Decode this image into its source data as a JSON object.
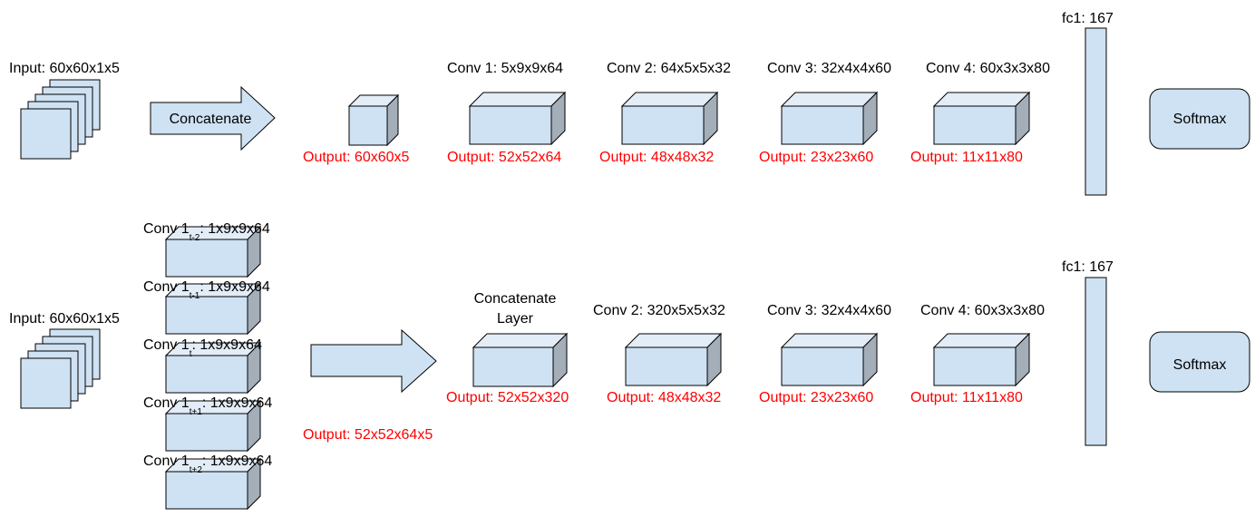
{
  "colors": {
    "face": "#cfe2f3",
    "top": "#e2edf7",
    "side": "#a3aeb9",
    "stroke": "#000000",
    "output": "#ff0000"
  },
  "top_row": {
    "input_label": "Input: 60x60x1x5",
    "concat_arrow_label": "Concatenate",
    "concat_output": "Output: 60x60x5",
    "conv1": {
      "label": "Conv 1: 5x9x9x64",
      "output": "Output: 52x52x64"
    },
    "conv2": {
      "label": "Conv 2: 64x5x5x32",
      "output": "Output: 48x48x32"
    },
    "conv3": {
      "label": "Conv 3: 32x4x4x60",
      "output": "Output: 23x23x60"
    },
    "conv4": {
      "label": "Conv 4: 60x3x3x80",
      "output": "Output: 11x11x80"
    },
    "fc_label": "fc1: 167",
    "softmax_label": "Softmax"
  },
  "bottom_row": {
    "input_label": "Input: 60x60x1x5",
    "parallel_convs": [
      {
        "prefix": "Conv 1",
        "subscript": "t-2",
        "suffix": ": 1x9x9x64"
      },
      {
        "prefix": "Conv 1",
        "subscript": "t-1",
        "suffix": ": 1x9x9x64"
      },
      {
        "prefix": "Conv 1",
        "subscript": "t",
        "suffix": ": 1x9x9x64"
      },
      {
        "prefix": "Conv 1",
        "subscript": "t+1",
        "suffix": ": 1x9x9x64"
      },
      {
        "prefix": "Conv 1",
        "subscript": "t+2",
        "suffix": ": 1x9x9x64"
      }
    ],
    "parallel_output": "Output: 52x52x64x5",
    "concat_layer_label_line1": "Concatenate",
    "concat_layer_label_line2": "Layer",
    "concat_layer_output": "Output: 52x52x320",
    "conv2": {
      "label": "Conv 2: 320x5x5x32",
      "output": "Output: 48x48x32"
    },
    "conv3": {
      "label": "Conv 3: 32x4x4x60",
      "output": "Output: 23x23x60"
    },
    "conv4": {
      "label": "Conv 4: 60x3x3x80",
      "output": "Output: 11x11x80"
    },
    "fc_label": "fc1: 167",
    "softmax_label": "Softmax"
  }
}
